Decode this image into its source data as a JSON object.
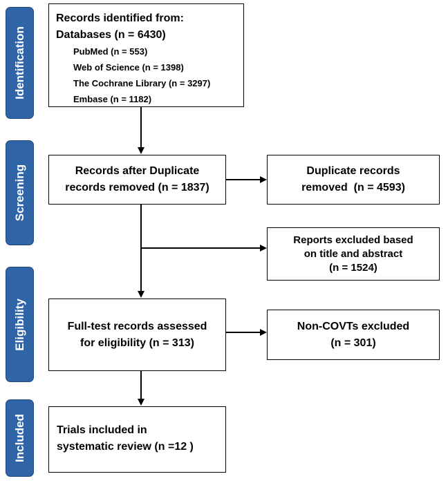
{
  "stages": {
    "identification": "Identification",
    "screening": "Screening",
    "eligibility": "Eligibility",
    "included": "Included"
  },
  "boxes": {
    "identified": {
      "line1": "Records identified from:",
      "line2": "Databases (n = 6430)",
      "databases": [
        "PubMed (n = 553)",
        "Web of Science (n = 1398)",
        "The Cochrane Library (n = 3297)",
        "Embase (n = 1182)"
      ]
    },
    "after_duplicates": {
      "line1": "Records after Duplicate",
      "line2": "records removed (n = 1837)"
    },
    "duplicates_removed": {
      "line1": "Duplicate records",
      "line2": "removed  (n = 4593)"
    },
    "excluded_title_abstract": {
      "line1": "Reports excluded based",
      "line2": "on title and abstract",
      "line3": "(n = 1524)"
    },
    "full_text": {
      "line1": "Full-test records assessed",
      "line2": "for eligibility (n = 313)"
    },
    "non_covts": {
      "line1": "Non-COVTs excluded",
      "line2": "(n = 301)"
    },
    "included": {
      "line1": "Trials included in",
      "line2": "systematic review (n =12 )"
    }
  },
  "colors": {
    "stage_fill": "#2f65a7",
    "stage_text": "#ffffff",
    "box_border": "#000000"
  }
}
